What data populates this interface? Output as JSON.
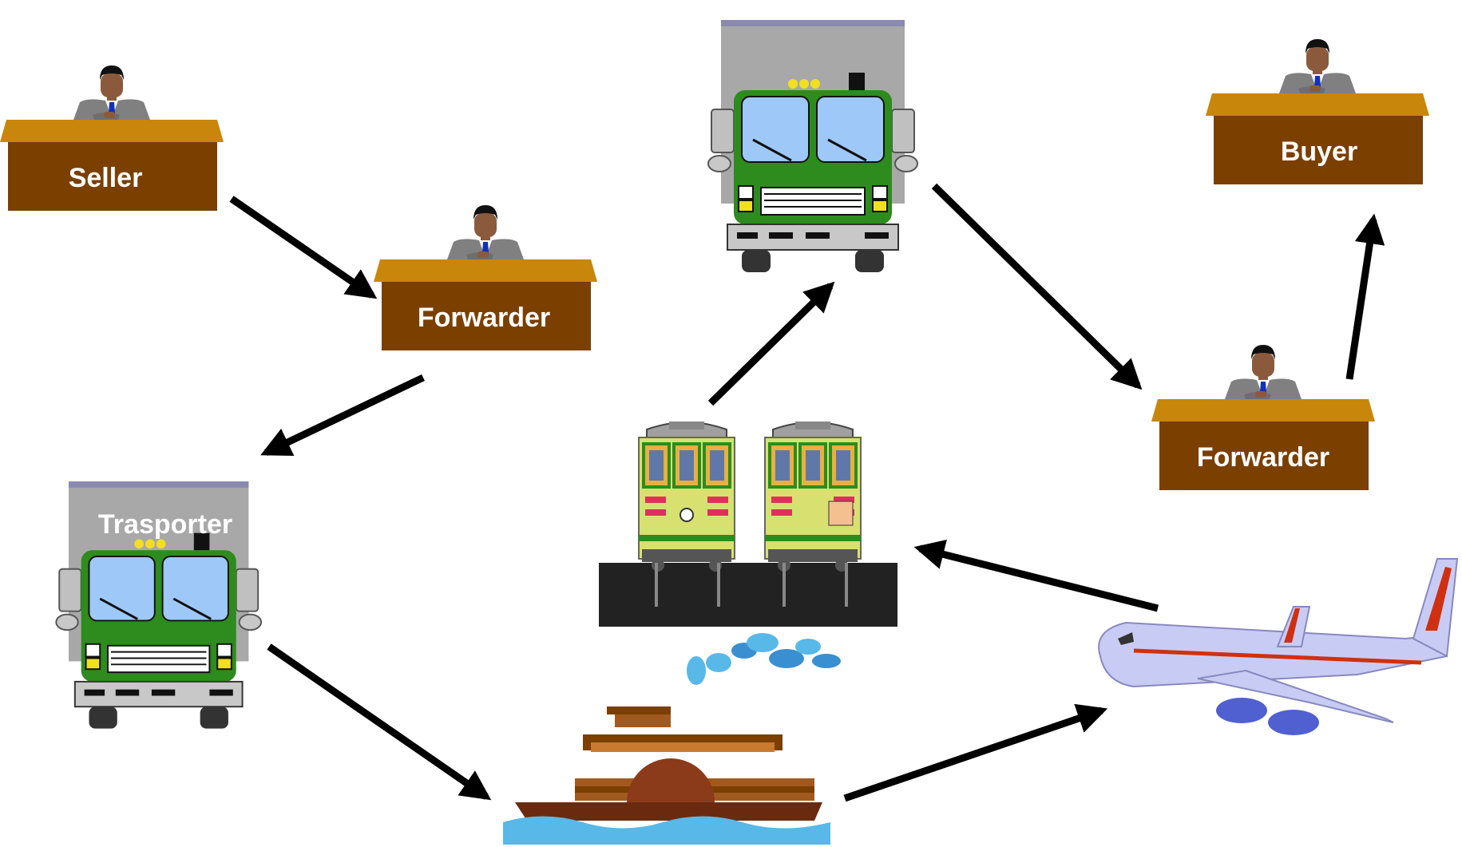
{
  "nodes": {
    "seller": {
      "label": "Seller"
    },
    "forwarder_origin": {
      "label": "Forwarder"
    },
    "transporter": {
      "label": "Trasporter"
    },
    "forwarder_destination": {
      "label": "Forwarder"
    },
    "buyer": {
      "label": "Buyer"
    }
  },
  "icons": {
    "person": "businessman-icon",
    "truck": "truck-icon",
    "tram": "cable-car-icon",
    "ship": "paddle-steamer-icon",
    "plane": "airplane-icon",
    "arrow": "arrow-icon"
  },
  "colors": {
    "desk_top": "#C8860A",
    "desk_front": "#7B3F00",
    "truck_cab": "#2E8B1E",
    "truck_box": "#A8A8A8",
    "tram_body": "#D8E070",
    "plane_body": "#C8CCF4",
    "plane_stripe": "#D03010",
    "water": "#58B8E8",
    "arrow": "#000000"
  }
}
